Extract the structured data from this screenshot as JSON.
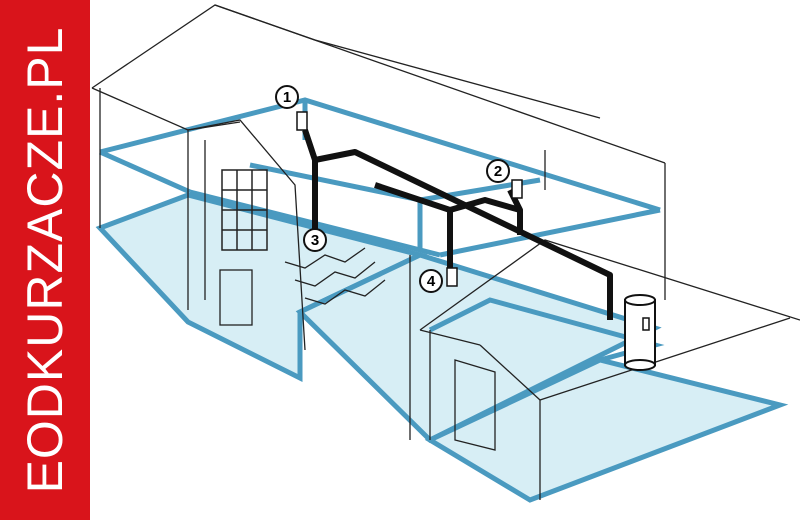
{
  "banner": {
    "text": "EODKURZACZE.PL",
    "color": "#d9141b"
  },
  "colors": {
    "floor_fill": "#d7eef5",
    "floor_outline": "#4a9ac0",
    "pipe": "#111111",
    "lines": "#222222"
  },
  "callouts": [
    {
      "id": "1",
      "label": "1"
    },
    {
      "id": "2",
      "label": "2"
    },
    {
      "id": "3",
      "label": "3"
    },
    {
      "id": "4",
      "label": "4"
    }
  ]
}
